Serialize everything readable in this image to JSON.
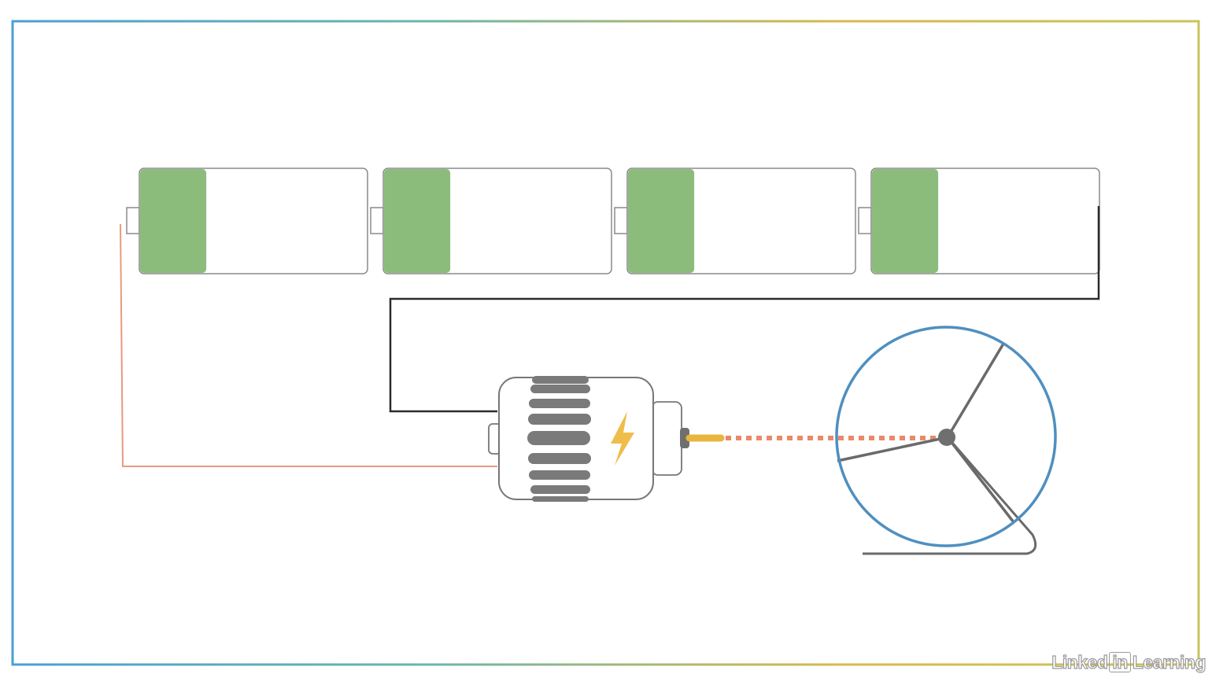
{
  "diagram": {
    "description_kind": "battery-motor-fan",
    "battery_count": 4,
    "battery_charge_fraction": 0.29,
    "colors": {
      "frame_gradient": [
        "#4a9fd4",
        "#6bb6a8",
        "#d9b84a",
        "#c8c45a"
      ],
      "battery_outline": "#8a8a8a",
      "battery_charge": "#8cbc7c",
      "negative_wire": "#e89a7e",
      "positive_wire": "#2b2b2b",
      "motor_outline": "#777777",
      "motor_coil": "#7a7a7a",
      "lightning": "#eebd4a",
      "shaft": "#e8b63e",
      "dotted_link": "#e88a6a",
      "fan_guard": "#4f8fbf",
      "fan_blade": "#6a6a6a"
    },
    "icons": {
      "motor_symbol": "lightning-bolt-icon",
      "fan": "fan-icon",
      "battery": "battery-icon"
    }
  },
  "watermark": {
    "part1": "Linked",
    "part2": "in",
    "part3": "Learning"
  }
}
